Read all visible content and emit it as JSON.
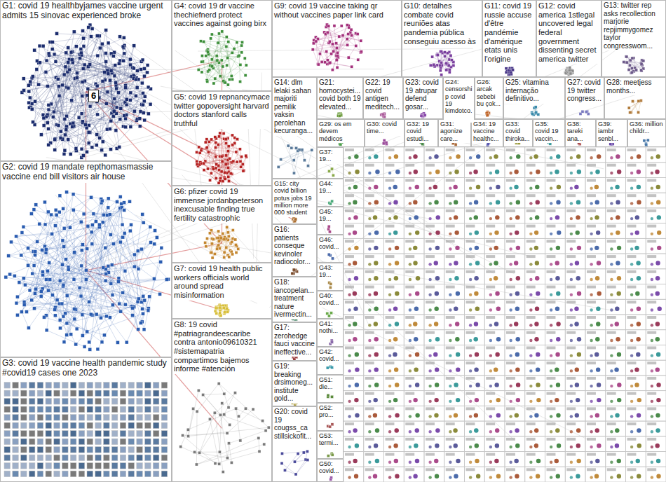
{
  "diagram": {
    "nodes": [
      {
        "text": [
          "G1: covid 19 healthbyjames vaccine urgent admits 15 sinovac experienced broke"
        ]
      },
      {
        "text": [
          "G4: covid 19 dr vaccine thechiefnerd protect vaccines against going birx"
        ]
      },
      {
        "text": [
          "G9: covid 19 vaccine taking qr without vaccines paper link card"
        ]
      },
      {
        "text": [
          "G10: detalhes combate covid reuniões atas pandemia pública conseguiu acesso às"
        ]
      },
      {
        "text": [
          "G11: covid 19 russie accuse d'être pandémie d'amérique etats unis l'origine"
        ]
      },
      {
        "text": [
          "G12: covid america 1stlegal uncovered legal federal government dissenting secret america twitter"
        ]
      },
      {
        "text": [
          "G13: twitter rep asks recollection marjorie repjimmygomez taylor congresswom..."
        ]
      },
      {
        "text": [
          "G5: covid 19 repnancymace twitter gopoversight harvard doctors stanford calls truthful"
        ]
      },
      {
        "text": [
          "G14: dlm lelaki sahan majoriti pemilik vaksin perolehan kecuranga..."
        ]
      },
      {
        "text": [
          "G21: homocystei... covid both 19 elevated..."
        ]
      },
      {
        "text": [
          "G22: 19 covid antigen meditech..."
        ]
      },
      {
        "text": [
          "G23: covid 19 atrupar defend gosar..."
        ]
      },
      {
        "text": [
          "G24: censorship covid 19 kimdotco..."
        ]
      },
      {
        "text": [
          "G26: arcak sebebi bu çok..."
        ]
      },
      {
        "text": [
          "G25: vitamina internação definitivo..."
        ]
      },
      {
        "text": [
          "G27: covid 19 twitter congress..."
        ]
      },
      {
        "text": [
          "G28: meetjess months..."
        ]
      },
      {
        "text": [
          "G29: os em devem médicos"
        ]
      },
      {
        "text": [
          "G30: covid time..."
        ]
      },
      {
        "text": [
          "G32: 19 covid estudi..."
        ]
      },
      {
        "text": [
          "G31: agonize care..."
        ]
      },
      {
        "text": [
          "G34: 19 vaccine healthc..."
        ]
      },
      {
        "text": [
          "G33: covid thiroka..."
        ]
      },
      {
        "text": [
          "G35: covid 19 vaccin..."
        ]
      },
      {
        "text": [
          "G38: tareki ana..."
        ]
      },
      {
        "text": [
          "G39: iambr senbl..."
        ]
      },
      {
        "text": [
          "G36: million childr..."
        ]
      },
      {
        "text": [
          "G37: 19..."
        ]
      },
      {
        "text": [
          "G15: city covid billion potus jobs 19 million more 000 student"
        ]
      },
      {
        "text": [
          "G44: 19..."
        ]
      },
      {
        "text": [
          "G2: covid 19 mandate repthomasmassie vaccine end bill visitors air house"
        ]
      },
      {
        "text": [
          "G6: pfizer covid 19 immense jordanbpeterson inexcusable finding true fertility catastrophic"
        ]
      },
      {
        "text": [
          "G45: 19..."
        ]
      },
      {
        "text": [
          "G16: patients conseque kevinoler radiocolor..."
        ]
      },
      {
        "text": [
          "G46: covid..."
        ]
      },
      {
        "text": [
          "G7: covid 19 health public workers officials world around spread misinformation"
        ]
      },
      {
        "text": [
          "G43: 19..."
        ]
      },
      {
        "text": [
          "G18: iancopelan... treatment nature ivermectin..."
        ]
      },
      {
        "text": [
          "G40: covid..."
        ]
      },
      {
        "text": [
          "G41: nothi..."
        ]
      },
      {
        "text": [
          "G17: zerohedge fauci vaccine ineffective..."
        ]
      },
      {
        "text": [
          "G42: covid..."
        ]
      },
      {
        "text": [
          "G8: 19 covid #patriagrandeescaribe contra antonio09610321 #sistemapatria compartimos bajemos informe #atención"
        ]
      },
      {
        "text": [
          "G19: breaking drsimoneg... institute gold..."
        ]
      },
      {
        "text": [
          "G51: die..."
        ]
      },
      {
        "text": [
          "G52: pro..."
        ]
      },
      {
        "text": [
          "G20: covid 19 cougss_ca stillsickofit..."
        ]
      },
      {
        "text": [
          "G53: termi..."
        ]
      },
      {
        "text": [
          "G3: covid 19 vaccine health pandemic study #covid19 cases one 2023"
        ]
      },
      {
        "text": [
          "G50: covid..."
        ]
      }
    ],
    "labels": [
      "6"
    ]
  }
}
